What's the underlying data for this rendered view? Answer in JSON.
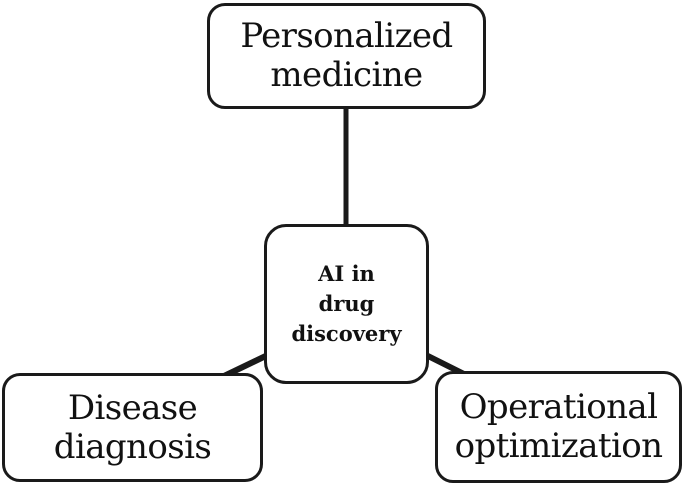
{
  "diagram": {
    "center": {
      "label": "AI in\ndrug\ndiscovery"
    },
    "top": {
      "label": "Personalized\nmedicine"
    },
    "left": {
      "label": "Disease\ndiagnosis"
    },
    "right": {
      "label": "Operational\noptimization"
    }
  },
  "colors": {
    "stroke": "#1a1a1a",
    "background": "#ffffff",
    "text": "#111111"
  }
}
